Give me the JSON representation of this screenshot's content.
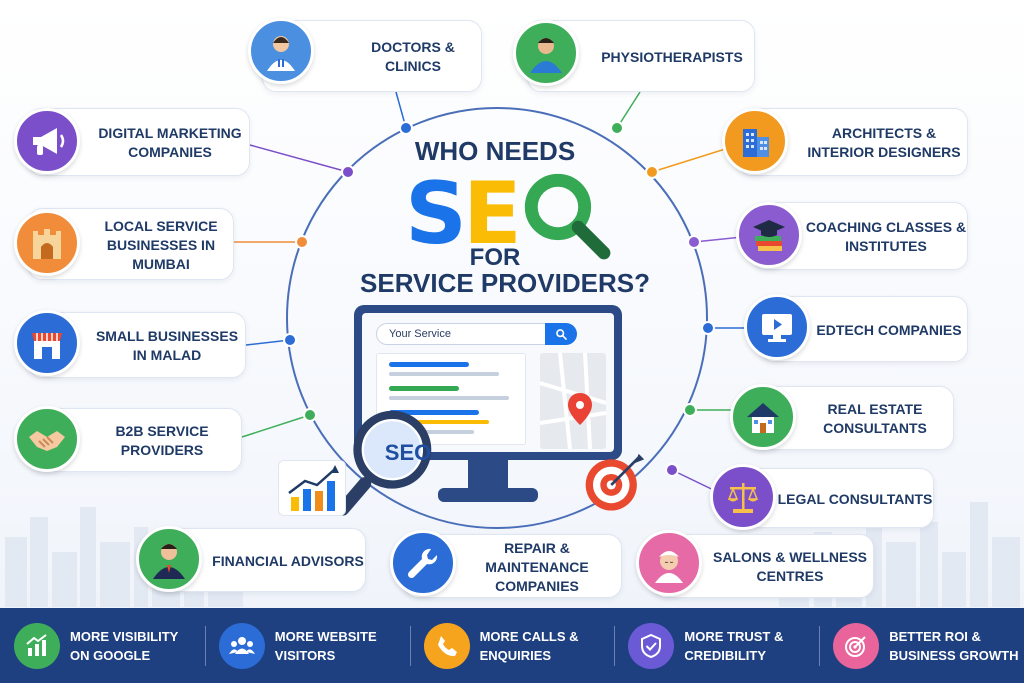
{
  "title": {
    "line1": "WHO NEEDS",
    "seo_letters": [
      "S",
      "E",
      "O"
    ],
    "line3": "FOR",
    "line4": "SERVICE PROVIDERS?"
  },
  "colors": {
    "navy": "#1f3a66",
    "bar": "#1e3f80",
    "seo_s": "#1a73e8",
    "seo_e": "#fbbc05",
    "seo_o": "#34a853"
  },
  "monitor": {
    "search_text": "Your Service",
    "magnifier_label": "SEO"
  },
  "providers": [
    {
      "label": "DOCTORS & CLINICS",
      "icon": "doctor-icon"
    },
    {
      "label": "PHYSIOTHERAPISTS",
      "icon": "physiotherapist-icon"
    },
    {
      "label": "DIGITAL MARKETING COMPANIES",
      "icon": "megaphone-icon"
    },
    {
      "label": "ARCHITECTS & INTERIOR DESIGNERS",
      "icon": "building-icon"
    },
    {
      "label": "LOCAL SERVICE BUSINESSES IN MUMBAI",
      "icon": "gateway-monument-icon"
    },
    {
      "label": "COACHING CLASSES & INSTITUTES",
      "icon": "graduation-books-icon"
    },
    {
      "label": "SMALL BUSINESSES IN MALAD",
      "icon": "shop-icon"
    },
    {
      "label": "EDTECH COMPANIES",
      "icon": "video-monitor-icon"
    },
    {
      "label": "B2B SERVICE PROVIDERS",
      "icon": "handshake-icon"
    },
    {
      "label": "REAL ESTATE CONSULTANTS",
      "icon": "house-icon"
    },
    {
      "label": "LEGAL CONSULTANTS",
      "icon": "scales-icon"
    },
    {
      "label": "FINANCIAL ADVISORS",
      "icon": "advisor-icon"
    },
    {
      "label": "REPAIR & MAINTENANCE COMPANIES",
      "icon": "wrench-icon"
    },
    {
      "label": "SALONS & WELLNESS CENTRES",
      "icon": "salon-icon"
    }
  ],
  "benefits": [
    {
      "label": "MORE VISIBILITY ON GOOGLE",
      "icon": "growth-chart-icon"
    },
    {
      "label": "MORE WEBSITE VISITORS",
      "icon": "users-icon"
    },
    {
      "label": "MORE CALLS & ENQUIRIES",
      "icon": "phone-icon"
    },
    {
      "label": "MORE TRUST & CREDIBILITY",
      "icon": "shield-check-icon"
    },
    {
      "label": "BETTER ROI & BUSINESS GROWTH",
      "icon": "target-icon"
    }
  ]
}
